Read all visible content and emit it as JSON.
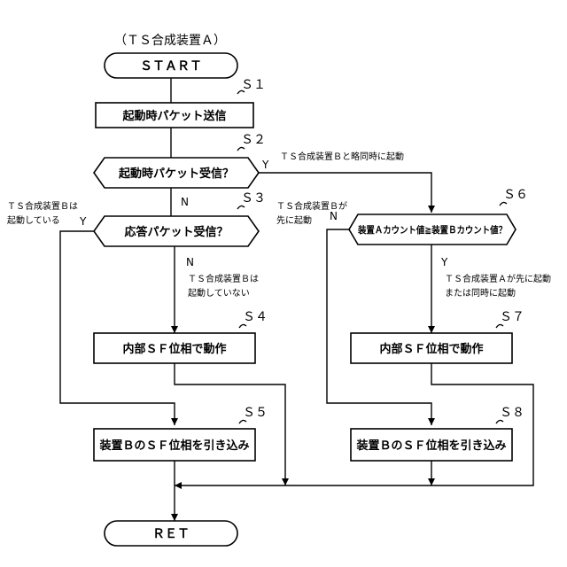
{
  "title": "（ＴＳ合成装置Ａ）",
  "terminals": {
    "start": "ＳＴＡＲＴ",
    "ret": "ＲＥＴ"
  },
  "steps": {
    "s1": {
      "label": "Ｓ１",
      "text": "起動時パケット送信"
    },
    "s2": {
      "label": "Ｓ２",
      "text": "起動時パケット受信？"
    },
    "s3": {
      "label": "Ｓ３",
      "text": "応答パケット受信？"
    },
    "s4": {
      "label": "Ｓ４",
      "text": "内部ＳＦ位相で動作"
    },
    "s5": {
      "label": "Ｓ５",
      "text": "装置ＢのＳＦ位相を引き込み"
    },
    "s6": {
      "label": "Ｓ６",
      "text": "装置Ａカウント値≧装置Ｂカウント値？"
    },
    "s7": {
      "label": "Ｓ７",
      "text": "内部ＳＦ位相で動作"
    },
    "s8": {
      "label": "Ｓ８",
      "text": "装置ＢのＳＦ位相を引き込み"
    }
  },
  "branches": {
    "yes": "Y",
    "no": "N"
  },
  "annotations": {
    "s2_yes": "ＴＳ合成装置Ｂと略同時に起動",
    "s3_yes_line1": "ＴＳ合成装置Ｂは",
    "s3_yes_line2": "起動している",
    "s3_no_line1": "ＴＳ合成装置Ｂは",
    "s3_no_line2": "起動していない",
    "s6_no_line1": "ＴＳ合成装置Ｂが",
    "s6_no_line2": "先に起動",
    "s6_yes_line1": "ＴＳ合成装置Ａが先に起動",
    "s6_yes_line2": "または同時に起動"
  }
}
